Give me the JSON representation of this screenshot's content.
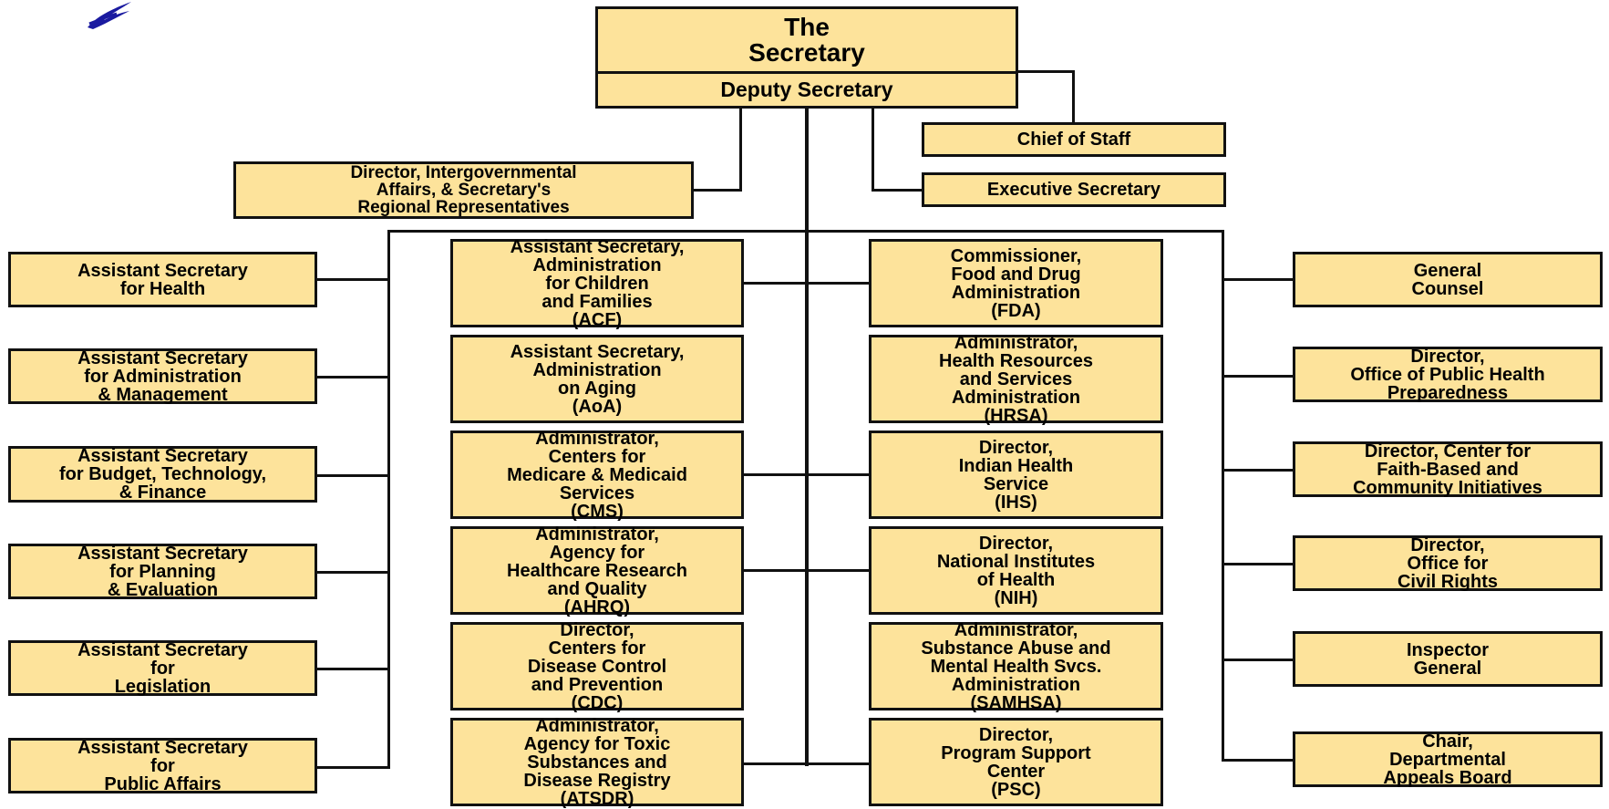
{
  "logo": {
    "icon": "hhs-eagle-logo-icon",
    "color": "#1a1aa0"
  },
  "colors": {
    "box_fill": "#fde39b",
    "line": "#111111"
  },
  "top": {
    "secretary": "The\nSecretary",
    "deputy": "Deputy Secretary",
    "chief_of_staff": "Chief of Staff",
    "executive_secretary": "Executive Secretary",
    "intergovernmental": "Director, Intergovernmental\nAffairs, & Secretary's\nRegional Representatives"
  },
  "left_column": [
    "Assistant Secretary\nfor Health",
    "Assistant Secretary\nfor Administration\n& Management",
    "Assistant Secretary\nfor Budget, Technology,\n& Finance",
    "Assistant Secretary\nfor Planning\n& Evaluation",
    "Assistant Secretary\nfor\nLegislation",
    "Assistant Secretary\nfor\nPublic Affairs"
  ],
  "center_left_column": [
    "Assistant Secretary,\nAdministration\nfor Children\nand Families\n(ACF)",
    "Assistant Secretary,\nAdministration\non Aging\n(AoA)",
    "Administrator,\nCenters for\nMedicare & Medicaid\nServices\n(CMS)",
    "Administrator,\nAgency for\nHealthcare Research\nand Quality\n(AHRQ)",
    "Director,\nCenters for\nDisease Control\nand Prevention\n(CDC)",
    "Administrator,\nAgency for Toxic\nSubstances and\nDisease Registry\n(ATSDR)"
  ],
  "center_right_column": [
    "Commissioner,\nFood and Drug\nAdministration\n(FDA)",
    "Administrator,\nHealth Resources\nand Services\nAdministration\n(HRSA)",
    "Director,\nIndian Health\nService\n(IHS)",
    "Director,\nNational Institutes\nof Health\n(NIH)",
    "Administrator,\nSubstance Abuse and\nMental Health Svcs.\nAdministration\n(SAMHSA)",
    "Director,\nProgram Support\nCenter\n(PSC)"
  ],
  "right_column": [
    "General\nCounsel",
    "Director,\nOffice of Public Health\nPreparedness",
    "Director, Center for\nFaith-Based and\nCommunity Initiatives",
    "Director,\nOffice for\nCivil Rights",
    "Inspector\nGeneral",
    "Chair,\nDepartmental\nAppeals Board"
  ]
}
